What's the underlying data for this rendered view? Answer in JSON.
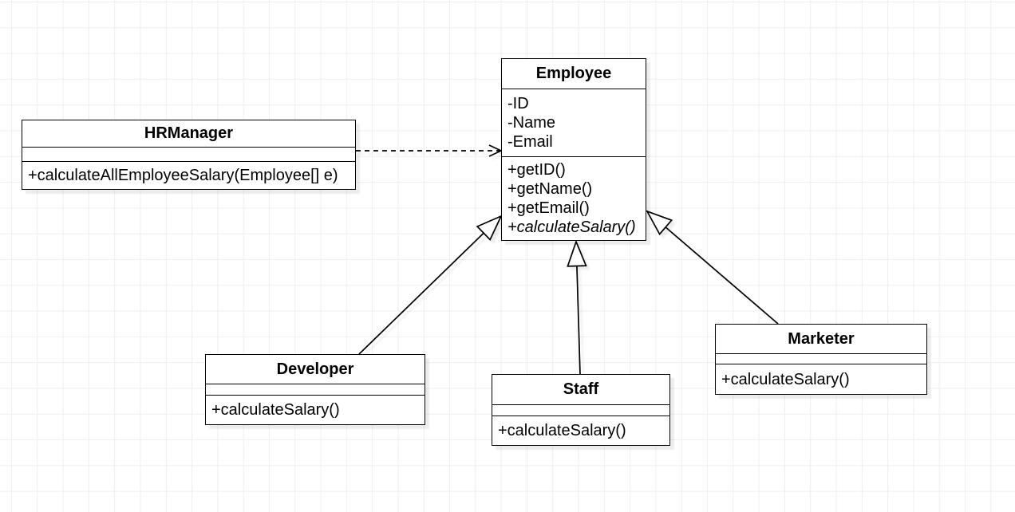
{
  "diagram": {
    "kind": "uml-class-diagram",
    "classes": {
      "employee": {
        "name": "Employee",
        "attributes": [
          "-ID",
          "-Name",
          "-Email"
        ],
        "methods": [
          "+getID()",
          "+getName()",
          "+getEmail()",
          "+calculateSalary()"
        ],
        "abstract_method": "+calculateSalary()"
      },
      "hrmanager": {
        "name": "HRManager",
        "attributes": [],
        "methods": [
          "+calculateAllEmployeeSalary(Employee[] e)"
        ]
      },
      "developer": {
        "name": "Developer",
        "attributes": [],
        "methods": [
          "+calculateSalary()"
        ]
      },
      "staff": {
        "name": "Staff",
        "attributes": [],
        "methods": [
          "+calculateSalary()"
        ]
      },
      "marketer": {
        "name": "Marketer",
        "attributes": [],
        "methods": [
          "+calculateSalary()"
        ]
      }
    },
    "relations": [
      {
        "from": "HRManager",
        "to": "Employee",
        "type": "dependency",
        "line": "dashed",
        "arrowhead": "open"
      },
      {
        "from": "Developer",
        "to": "Employee",
        "type": "generalization",
        "line": "solid",
        "arrowhead": "hollow-triangle"
      },
      {
        "from": "Staff",
        "to": "Employee",
        "type": "generalization",
        "line": "solid",
        "arrowhead": "hollow-triangle"
      },
      {
        "from": "Marketer",
        "to": "Employee",
        "type": "generalization",
        "line": "solid",
        "arrowhead": "hollow-triangle"
      }
    ],
    "colors": {
      "box_fill": "#ffffff",
      "stroke": "#000000",
      "text": "#000000",
      "grid_line": "#efefef",
      "canvas_bg": "#ffffff"
    }
  }
}
